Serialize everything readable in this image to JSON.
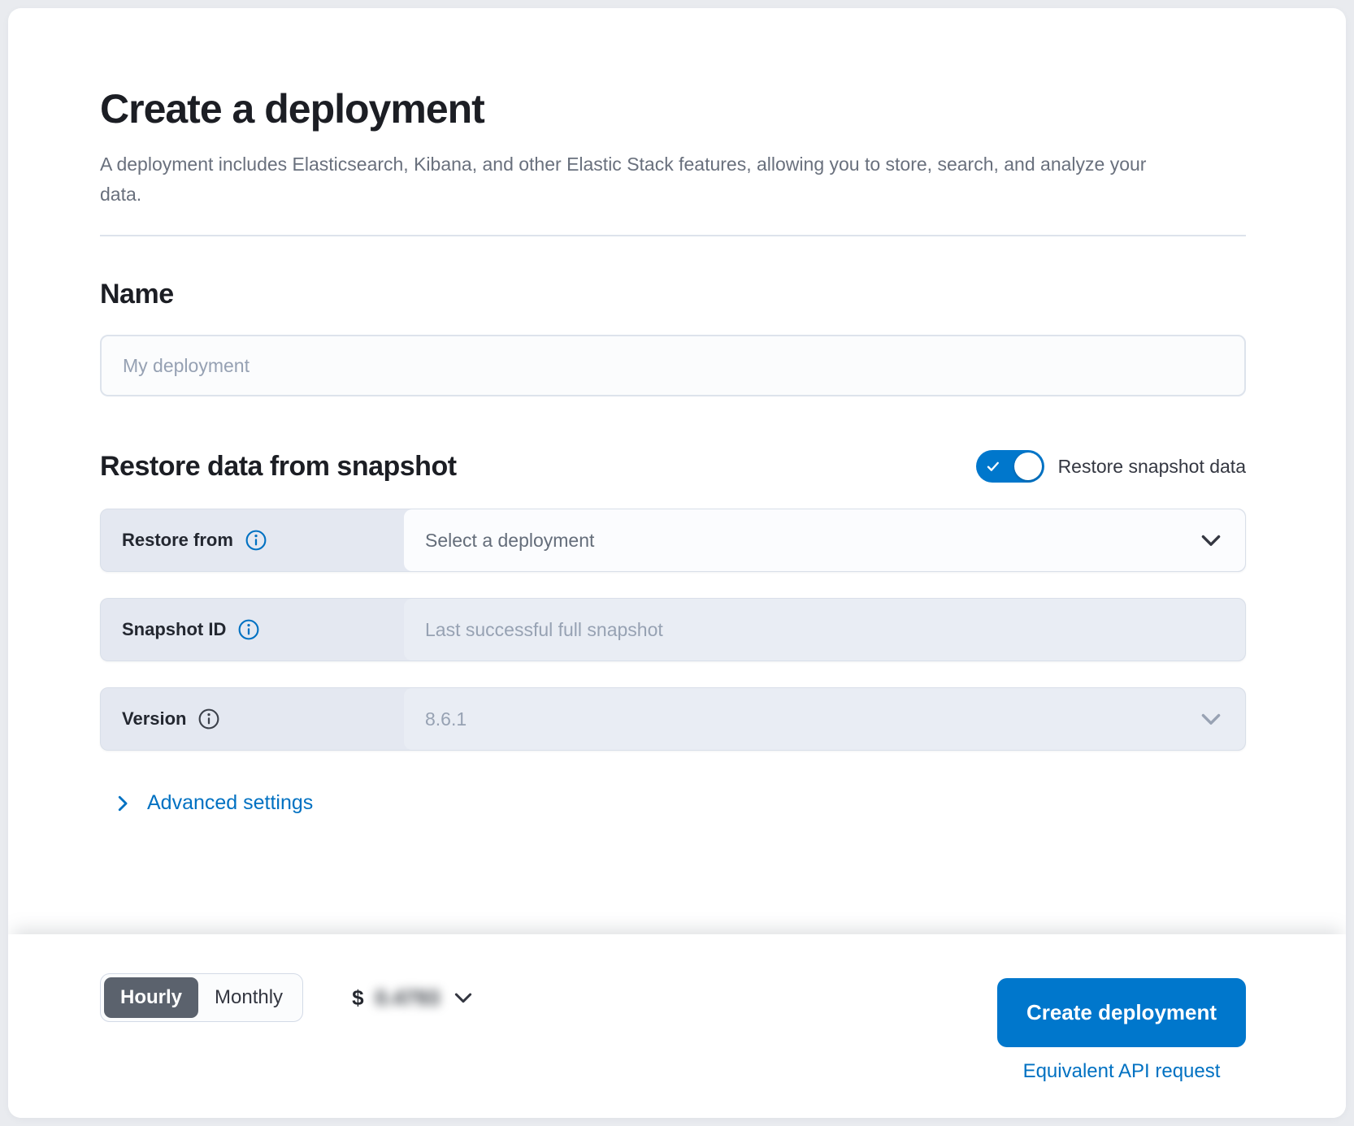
{
  "app": {
    "background_color": "#e9ebef",
    "card_color": "#ffffff",
    "accent_blue": "#0077cc",
    "link_blue": "#0071c2",
    "selected_segment_color": "#5b626d"
  },
  "header": {
    "title": "Create a deployment",
    "subtitle": "A deployment includes Elasticsearch, Kibana, and other Elastic Stack features, allowing you to store, search, and analyze your data."
  },
  "name_section": {
    "heading": "Name",
    "input_placeholder": "My deployment",
    "input_value": ""
  },
  "restore_section": {
    "heading": "Restore data from snapshot",
    "toggle": {
      "label": "Restore snapshot data",
      "state": "on"
    },
    "rows": [
      {
        "label": "Restore from",
        "icon": "info-icon",
        "value": "Select a deployment",
        "control": "select",
        "enabled": true
      },
      {
        "label": "Snapshot ID",
        "icon": "info-icon",
        "value": "Last successful full snapshot",
        "control": "text",
        "enabled": false
      },
      {
        "label": "Version",
        "icon": "info-icon",
        "value": "8.6.1",
        "control": "select",
        "enabled": false
      }
    ],
    "advanced_link": "Advanced settings"
  },
  "footer": {
    "billing_period": {
      "options": [
        "Hourly",
        "Monthly"
      ],
      "selected": "Hourly"
    },
    "price": {
      "currency_symbol": "$",
      "amount_obscured": "0.4793"
    },
    "create_button_label": "Create deployment",
    "api_link_label": "Equivalent API request"
  }
}
